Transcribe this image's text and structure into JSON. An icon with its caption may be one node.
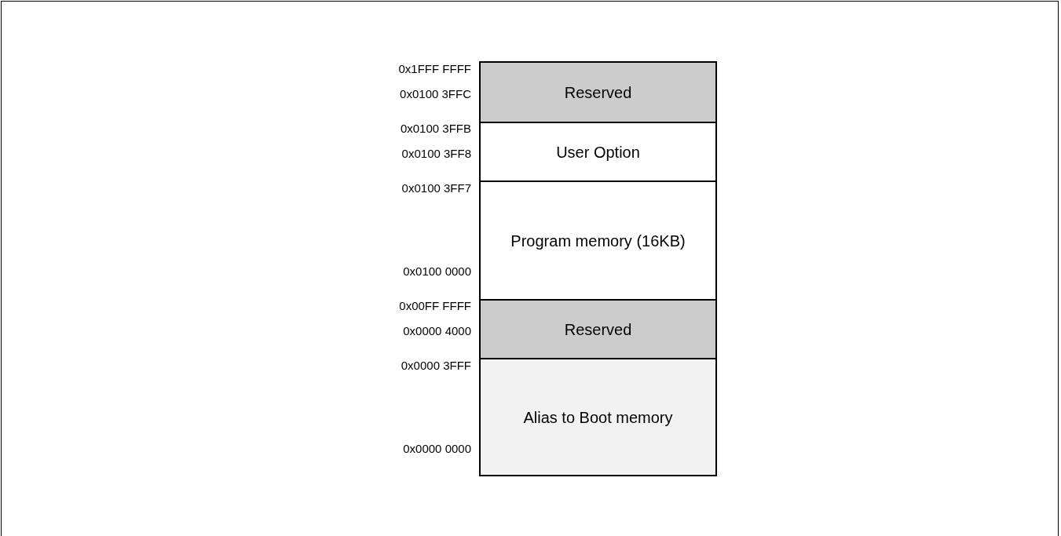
{
  "diagram": {
    "nodes": [
      {
        "text": [
          "Reserved"
        ]
      },
      {
        "text": [
          "User Option"
        ]
      },
      {
        "text": [
          "Program memory (16KB)"
        ]
      },
      {
        "text": [
          "Reserved"
        ]
      },
      {
        "text": [
          "Alias to Boot memory"
        ]
      }
    ],
    "labels": [
      "0x1FFF FFFF",
      "0x0100 3FFC",
      "0x0100 3FFB",
      "0x0100 3FF8",
      "0x0100 3FF7",
      "0x0100 0000",
      "0x00FF FFFF",
      "0x0000 4000",
      "0x0000 3FFF",
      "0x0000 0000"
    ]
  }
}
